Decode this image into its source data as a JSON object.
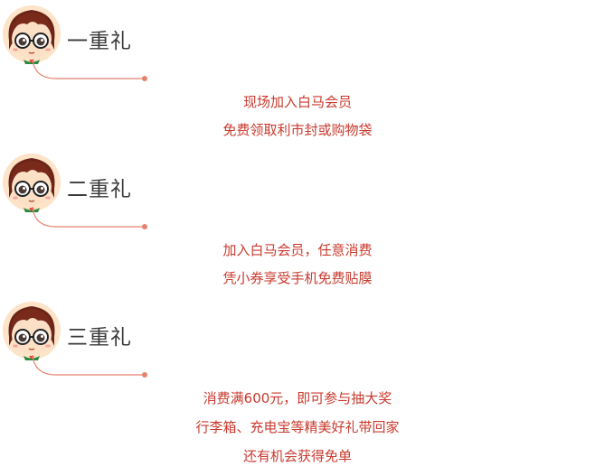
{
  "colors": {
    "accent": "#c93a2e",
    "heading": "#3a3a3a",
    "decor_line": "#e5826e"
  },
  "avatar_icon": "girl-with-glasses-icon",
  "sections": [
    {
      "title": "一重礼",
      "lines": [
        "现场加入白马会员",
        "免费领取利市封或购物袋"
      ]
    },
    {
      "title": "二重礼",
      "lines": [
        "加入白马会员，任意消费",
        "凭小券享受手机免费贴膜"
      ]
    },
    {
      "title": "三重礼",
      "lines": [
        "消费满600元，即可参与抽大奖",
        "行李箱、充电宝等精美好礼带回家",
        "还有机会获得免单"
      ]
    }
  ]
}
